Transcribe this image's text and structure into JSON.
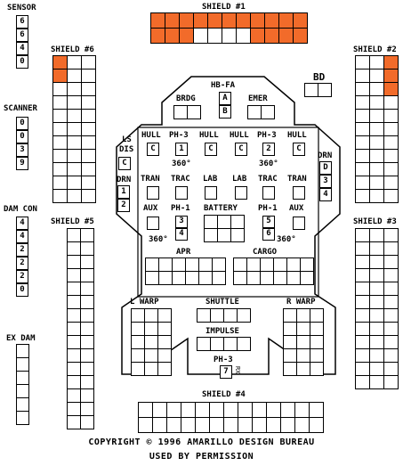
{
  "hit_color": "#f26b2a",
  "labels": {
    "sensor": "SENSOR",
    "scanner": "SCANNER",
    "damcon": "DAM CON",
    "exdam": "EX DAM",
    "shield1": "SHIELD #1",
    "shield2": "SHIELD #2",
    "shield3": "SHIELD #3",
    "shield4": "SHIELD #4",
    "shield5": "SHIELD #5",
    "shield6": "SHIELD #6",
    "bd": "BD",
    "hbfa": "HB-FA",
    "brdg": "BRDG",
    "emer": "EMER",
    "a": "A",
    "b": "B",
    "lsdis1": "LS",
    "lsdis2": "DIS",
    "lsdis_box": "C",
    "drn_l": "DRN",
    "drn_r": "DRN",
    "hull1": "HULL",
    "hull2": "HULL",
    "hull3": "HULL",
    "hull4": "HULL",
    "ph3a": "PH-3",
    "ph3b": "PH-3",
    "ph3c": "PH-3",
    "ph1a": "PH-1",
    "ph1b": "PH-1",
    "deg1": "360°",
    "deg2": "360°",
    "deg3": "360°",
    "deg4": "360°",
    "tran1": "TRAN",
    "tran2": "TRAN",
    "trac1": "TRAC",
    "trac2": "TRAC",
    "lab1": "LAB",
    "lab2": "LAB",
    "aux1": "AUX",
    "aux2": "AUX",
    "battery": "BATTERY",
    "apr": "APR",
    "cargo": "CARGO",
    "lwarp": "L WARP",
    "rwarp": "R WARP",
    "shuttle": "SHUTTLE",
    "impulse": "IMPULSE",
    "rx": "RX",
    "c": "C"
  },
  "sensor_values": [
    "6",
    "6",
    "4",
    "0"
  ],
  "scanner_values": [
    "0",
    "0",
    "3",
    "9"
  ],
  "damcon_values": [
    "4",
    "4",
    "2",
    "2",
    "2",
    "0"
  ],
  "weapon_numbers": {
    "ph3_left": "1",
    "ph3_right": "2",
    "ph1_left_a": "3",
    "ph1_left_b": "4",
    "ph1_right_a": "5",
    "ph1_right_b": "6",
    "ph3_aft": "7",
    "drn_left_a": "1",
    "drn_left_b": "2",
    "drn_right_a": "D",
    "drn_right_b": "3",
    "drn_right_c": "4"
  },
  "copyright": "COPYRIGHT © 1996 AMARILLO DESIGN BUREAU",
  "permission": "USED BY PERMISSION"
}
